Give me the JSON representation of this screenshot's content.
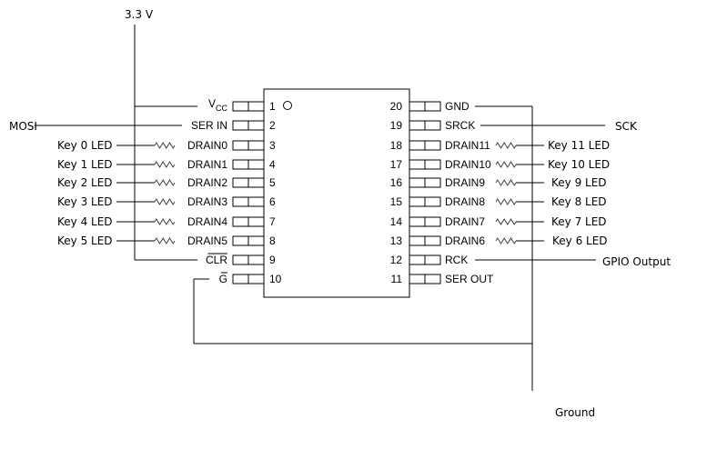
{
  "power": {
    "label": "3.3 V"
  },
  "ground": {
    "label": "Ground"
  },
  "chip": {
    "notch": "circle",
    "left_pins": [
      {
        "num": "1",
        "name": "VCC",
        "name_main": "V",
        "name_sub": "CC"
      },
      {
        "num": "2",
        "name": "SER IN"
      },
      {
        "num": "3",
        "name": "DRAIN0"
      },
      {
        "num": "4",
        "name": "DRAIN1"
      },
      {
        "num": "5",
        "name": "DRAIN2"
      },
      {
        "num": "6",
        "name": "DRAIN3"
      },
      {
        "num": "7",
        "name": "DRAIN4"
      },
      {
        "num": "8",
        "name": "DRAIN5"
      },
      {
        "num": "9",
        "name": "CLR",
        "overline": true
      },
      {
        "num": "10",
        "name": "G",
        "overline": true
      }
    ],
    "right_pins": [
      {
        "num": "20",
        "name": "GND"
      },
      {
        "num": "19",
        "name": "SRCK"
      },
      {
        "num": "18",
        "name": "DRAIN11"
      },
      {
        "num": "17",
        "name": "DRAIN10"
      },
      {
        "num": "16",
        "name": "DRAIN9"
      },
      {
        "num": "15",
        "name": "DRAIN8"
      },
      {
        "num": "14",
        "name": "DRAIN7"
      },
      {
        "num": "13",
        "name": "DRAIN6"
      },
      {
        "num": "12",
        "name": "RCK"
      },
      {
        "num": "11",
        "name": "SER OUT"
      }
    ]
  },
  "connections": {
    "left": [
      "",
      "MOSI",
      "Key 0 LED",
      "Key 1 LED",
      "Key 2 LED",
      "Key 3 LED",
      "Key 4 LED",
      "Key 5 LED",
      "",
      ""
    ],
    "right": [
      "",
      "SCK",
      "Key 11 LED",
      "Key 10 LED",
      "Key 9 LED",
      "Key 8 LED",
      "Key 7 LED",
      "Key 6 LED",
      "GPIO Output",
      ""
    ]
  }
}
